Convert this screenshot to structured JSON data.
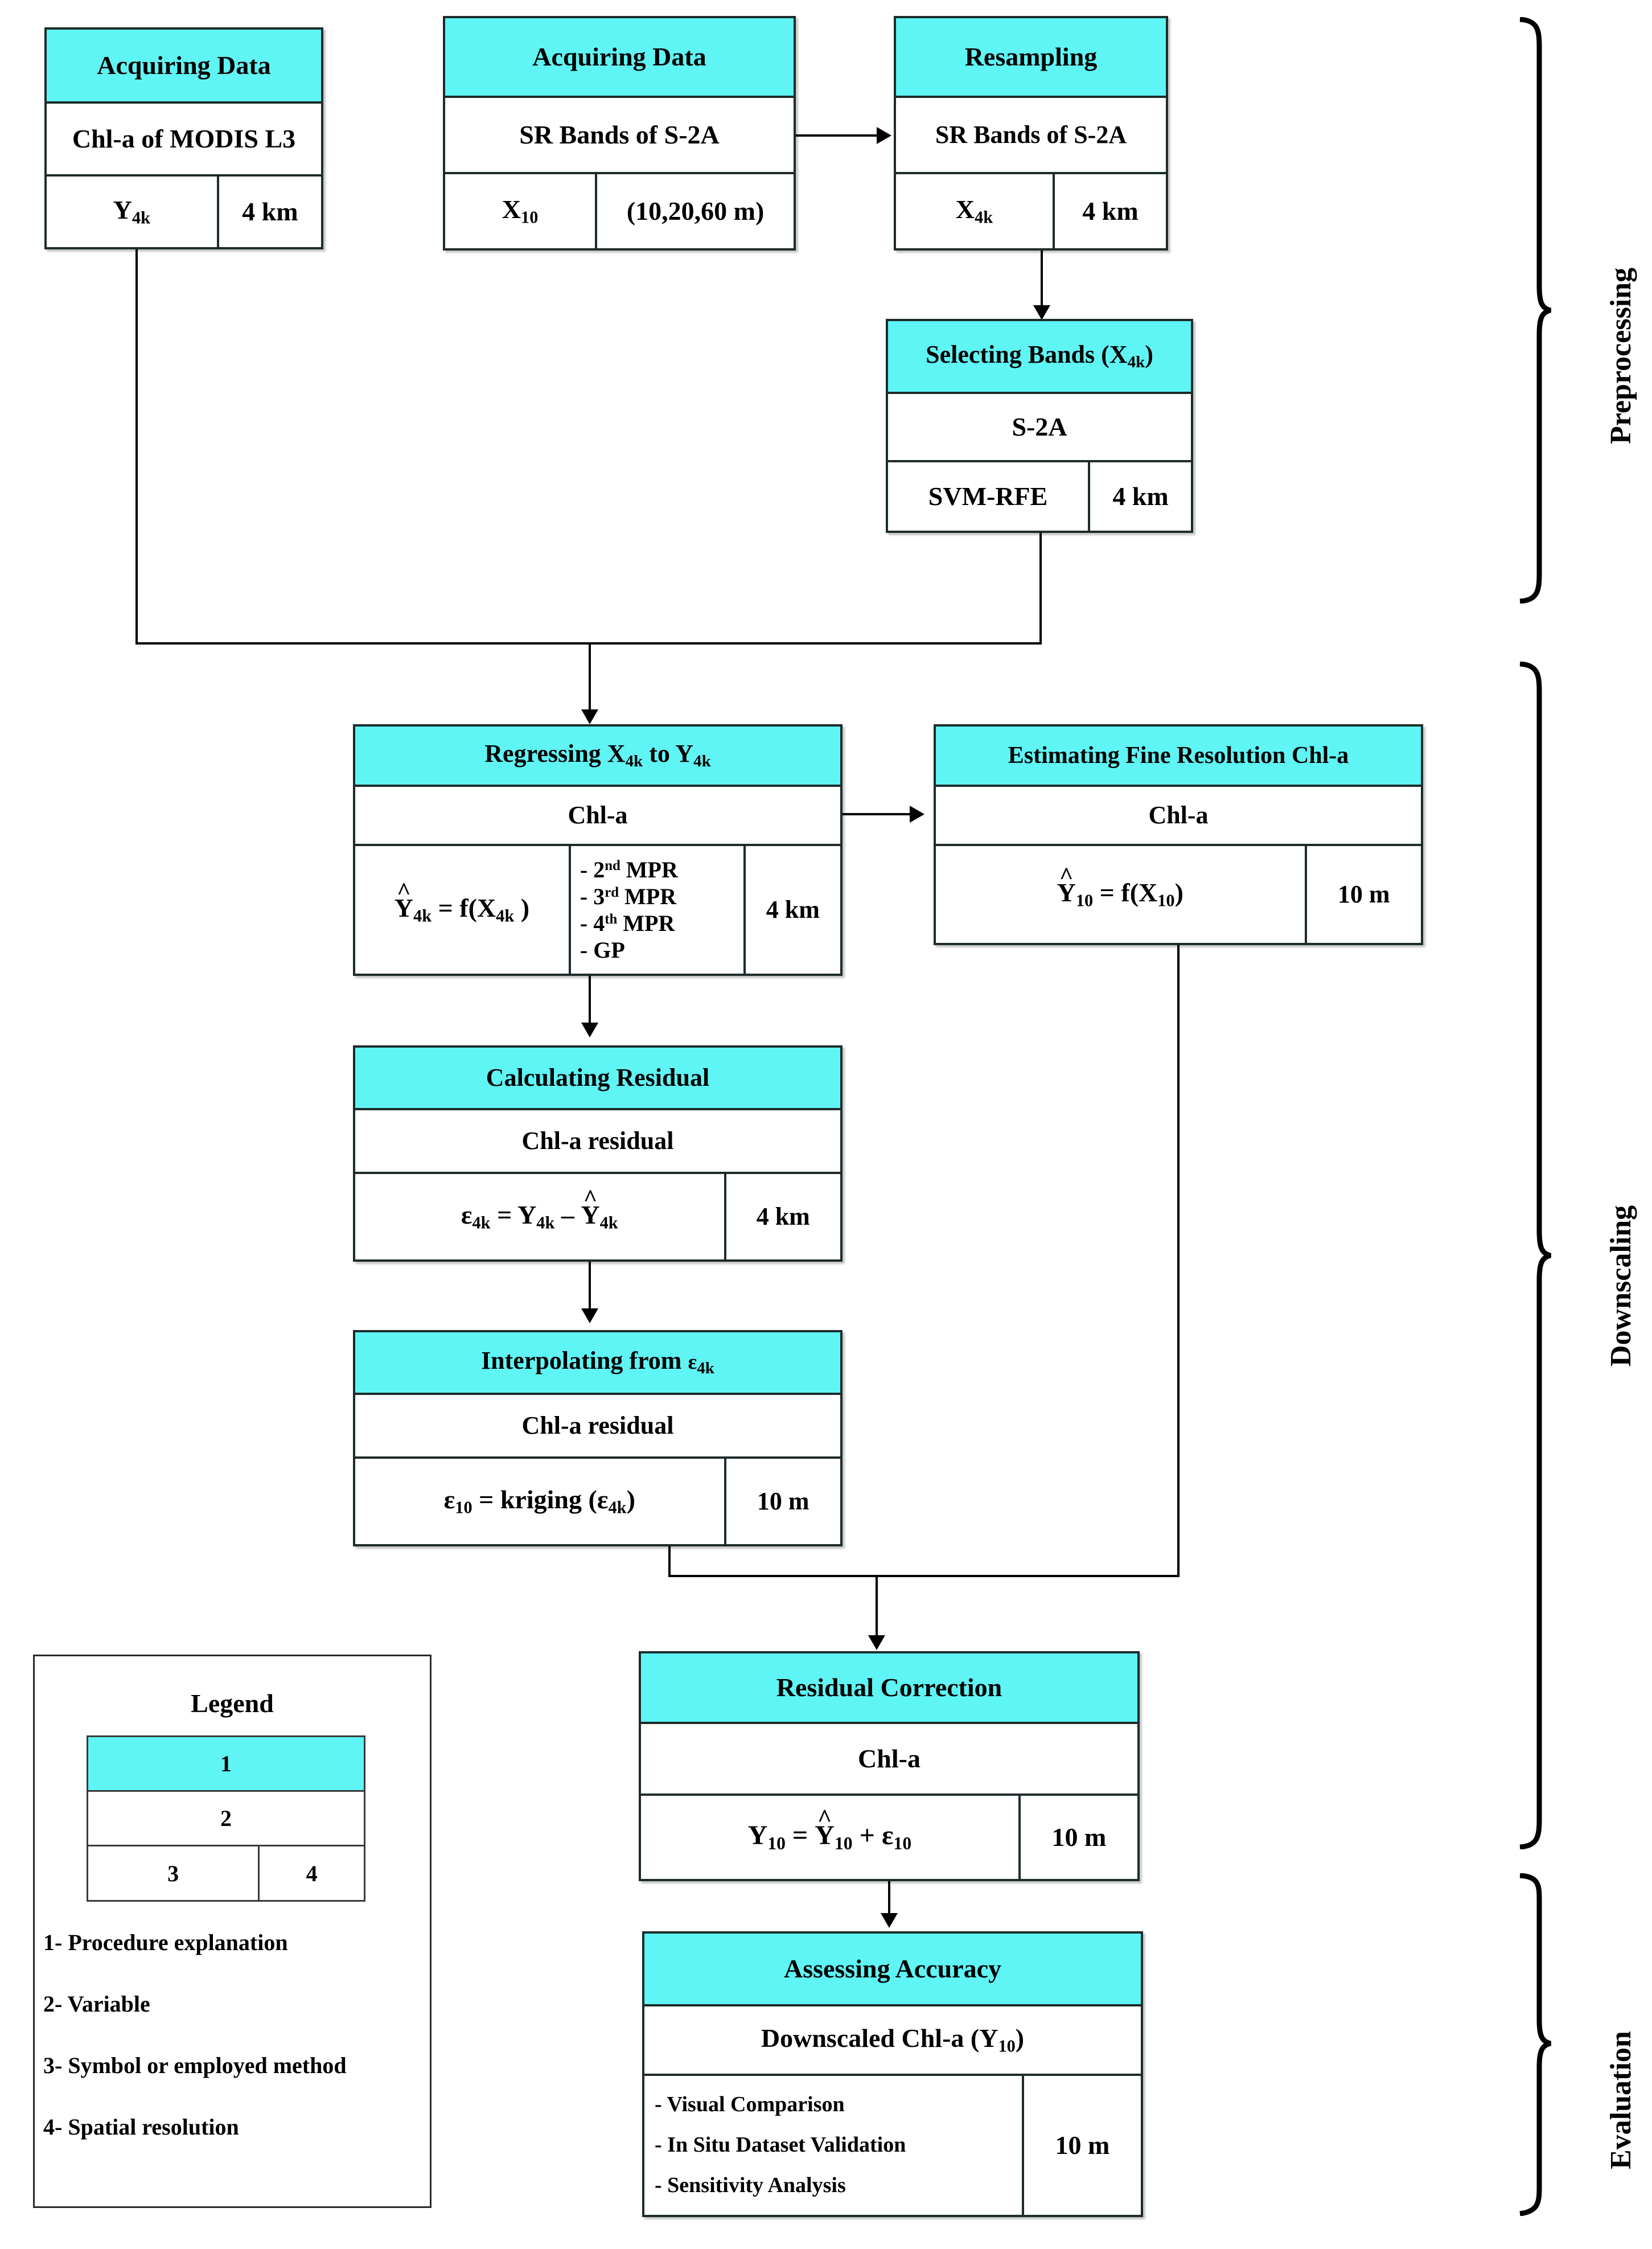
{
  "figure": {
    "title": "Chl-a downscaling workflow",
    "accent_color": "#5FF5F5",
    "line_color": "#000000",
    "border_color": "#1d2b2b"
  },
  "boxes": {
    "acquiring_modis": {
      "header": "Acquiring Data",
      "variable": "Chl-a of MODIS L3",
      "symbol": "Y4k",
      "symbol_base": "Y",
      "symbol_sub": "4k",
      "resolution": "4 km"
    },
    "acquiring_s2a": {
      "header": "Acquiring Data",
      "variable": "SR Bands of S-2A",
      "symbol_base": "X",
      "symbol_sub": "10",
      "resolution": "(10,20,60 m)"
    },
    "resampling": {
      "header": "Resampling",
      "variable": "SR Bands of S-2A",
      "symbol_base": "X",
      "symbol_sub": "4k",
      "resolution": "4 km"
    },
    "selecting_bands": {
      "header_pre": "Selecting Bands (X",
      "header_sub": "4k",
      "header_post": ")",
      "variable": "S-2A",
      "method": "SVM-RFE",
      "resolution": "4 km"
    },
    "regressing": {
      "header_pre": "Regressing X",
      "header_sub1": "4k",
      "header_mid": " to Y",
      "header_sub2": "4k",
      "variable": "Chl-a",
      "formula_lhs": "Y",
      "formula_lhs_sub": "4k",
      "formula_eq": " = f(X",
      "formula_rhs_sub": "4k",
      "formula_close": " )",
      "methods": [
        "- 2nd MPR",
        "- 3rd MPR",
        "- 4th MPR",
        "- GP"
      ],
      "method_items": [
        {
          "dash": "- ",
          "num": "2",
          "ord": "nd",
          "name": " MPR"
        },
        {
          "dash": "- ",
          "num": "3",
          "ord": "rd",
          "name": " MPR"
        },
        {
          "dash": "- ",
          "num": "4",
          "ord": "th",
          "name": " MPR"
        },
        {
          "dash": "- ",
          "num": "",
          "ord": "",
          "name": "GP"
        }
      ],
      "resolution": "4 km"
    },
    "estimating_fine": {
      "header": "Estimating Fine Resolution Chl-a",
      "variable": "Chl-a",
      "formula_lhs": "Y",
      "formula_lhs_sub": "10",
      "formula_eq": " = f(X",
      "formula_rhs_sub": "10",
      "formula_close": ")",
      "resolution": "10 m"
    },
    "calculating_residual": {
      "header": "Calculating Residual",
      "variable": "Chl-a residual",
      "formula_eps": "ε",
      "formula_eps_sub": "4k",
      "formula_eq": " = Y",
      "formula_y_sub": "4k",
      "formula_minus": " – ",
      "formula_yhat": "Y",
      "formula_yhat_sub": "4k",
      "resolution": "4 km"
    },
    "interpolating": {
      "header_pre": "Interpolating from ",
      "header_eps": "ε",
      "header_sub": "4k",
      "variable": "Chl-a residual",
      "formula": "ε10 = kriging (ε4k)",
      "formula_eps": "ε",
      "formula_eps_sub": "10",
      "formula_mid": " = kriging (",
      "formula_eps2": "ε",
      "formula_eps2_sub": "4k",
      "formula_close": ")",
      "resolution": "10 m"
    },
    "residual_correction": {
      "header": "Residual Correction",
      "variable": "Chl-a",
      "formula_y": "Y",
      "formula_y_sub": "10",
      "formula_eq": " = ",
      "formula_yhat": "Y",
      "formula_yhat_sub": "10",
      "formula_plus": " + ",
      "formula_eps": "ε",
      "formula_eps_sub": "10",
      "resolution": "10 m"
    },
    "assessing_accuracy": {
      "header": "Assessing Accuracy",
      "variable_pre": "Downscaled Chl-a (Y",
      "variable_sub": "10",
      "variable_post": ")",
      "items": [
        "- Visual Comparison",
        "- In Situ Dataset Validation",
        "- Sensitivity Analysis"
      ],
      "resolution": "10 m"
    }
  },
  "phases": [
    {
      "name": "preprocessing",
      "label": "Preprocessing"
    },
    {
      "name": "downscaling",
      "label": "Downscaling"
    },
    {
      "name": "evaluation",
      "label": "Evaluation"
    }
  ],
  "legend": {
    "title": "Legend",
    "cells": {
      "one": "1",
      "two": "2",
      "three": "3",
      "four": "4"
    },
    "entries": [
      "1- Procedure explanation",
      "2- Variable",
      "3- Symbol or employed method",
      "4- Spatial resolution"
    ]
  }
}
